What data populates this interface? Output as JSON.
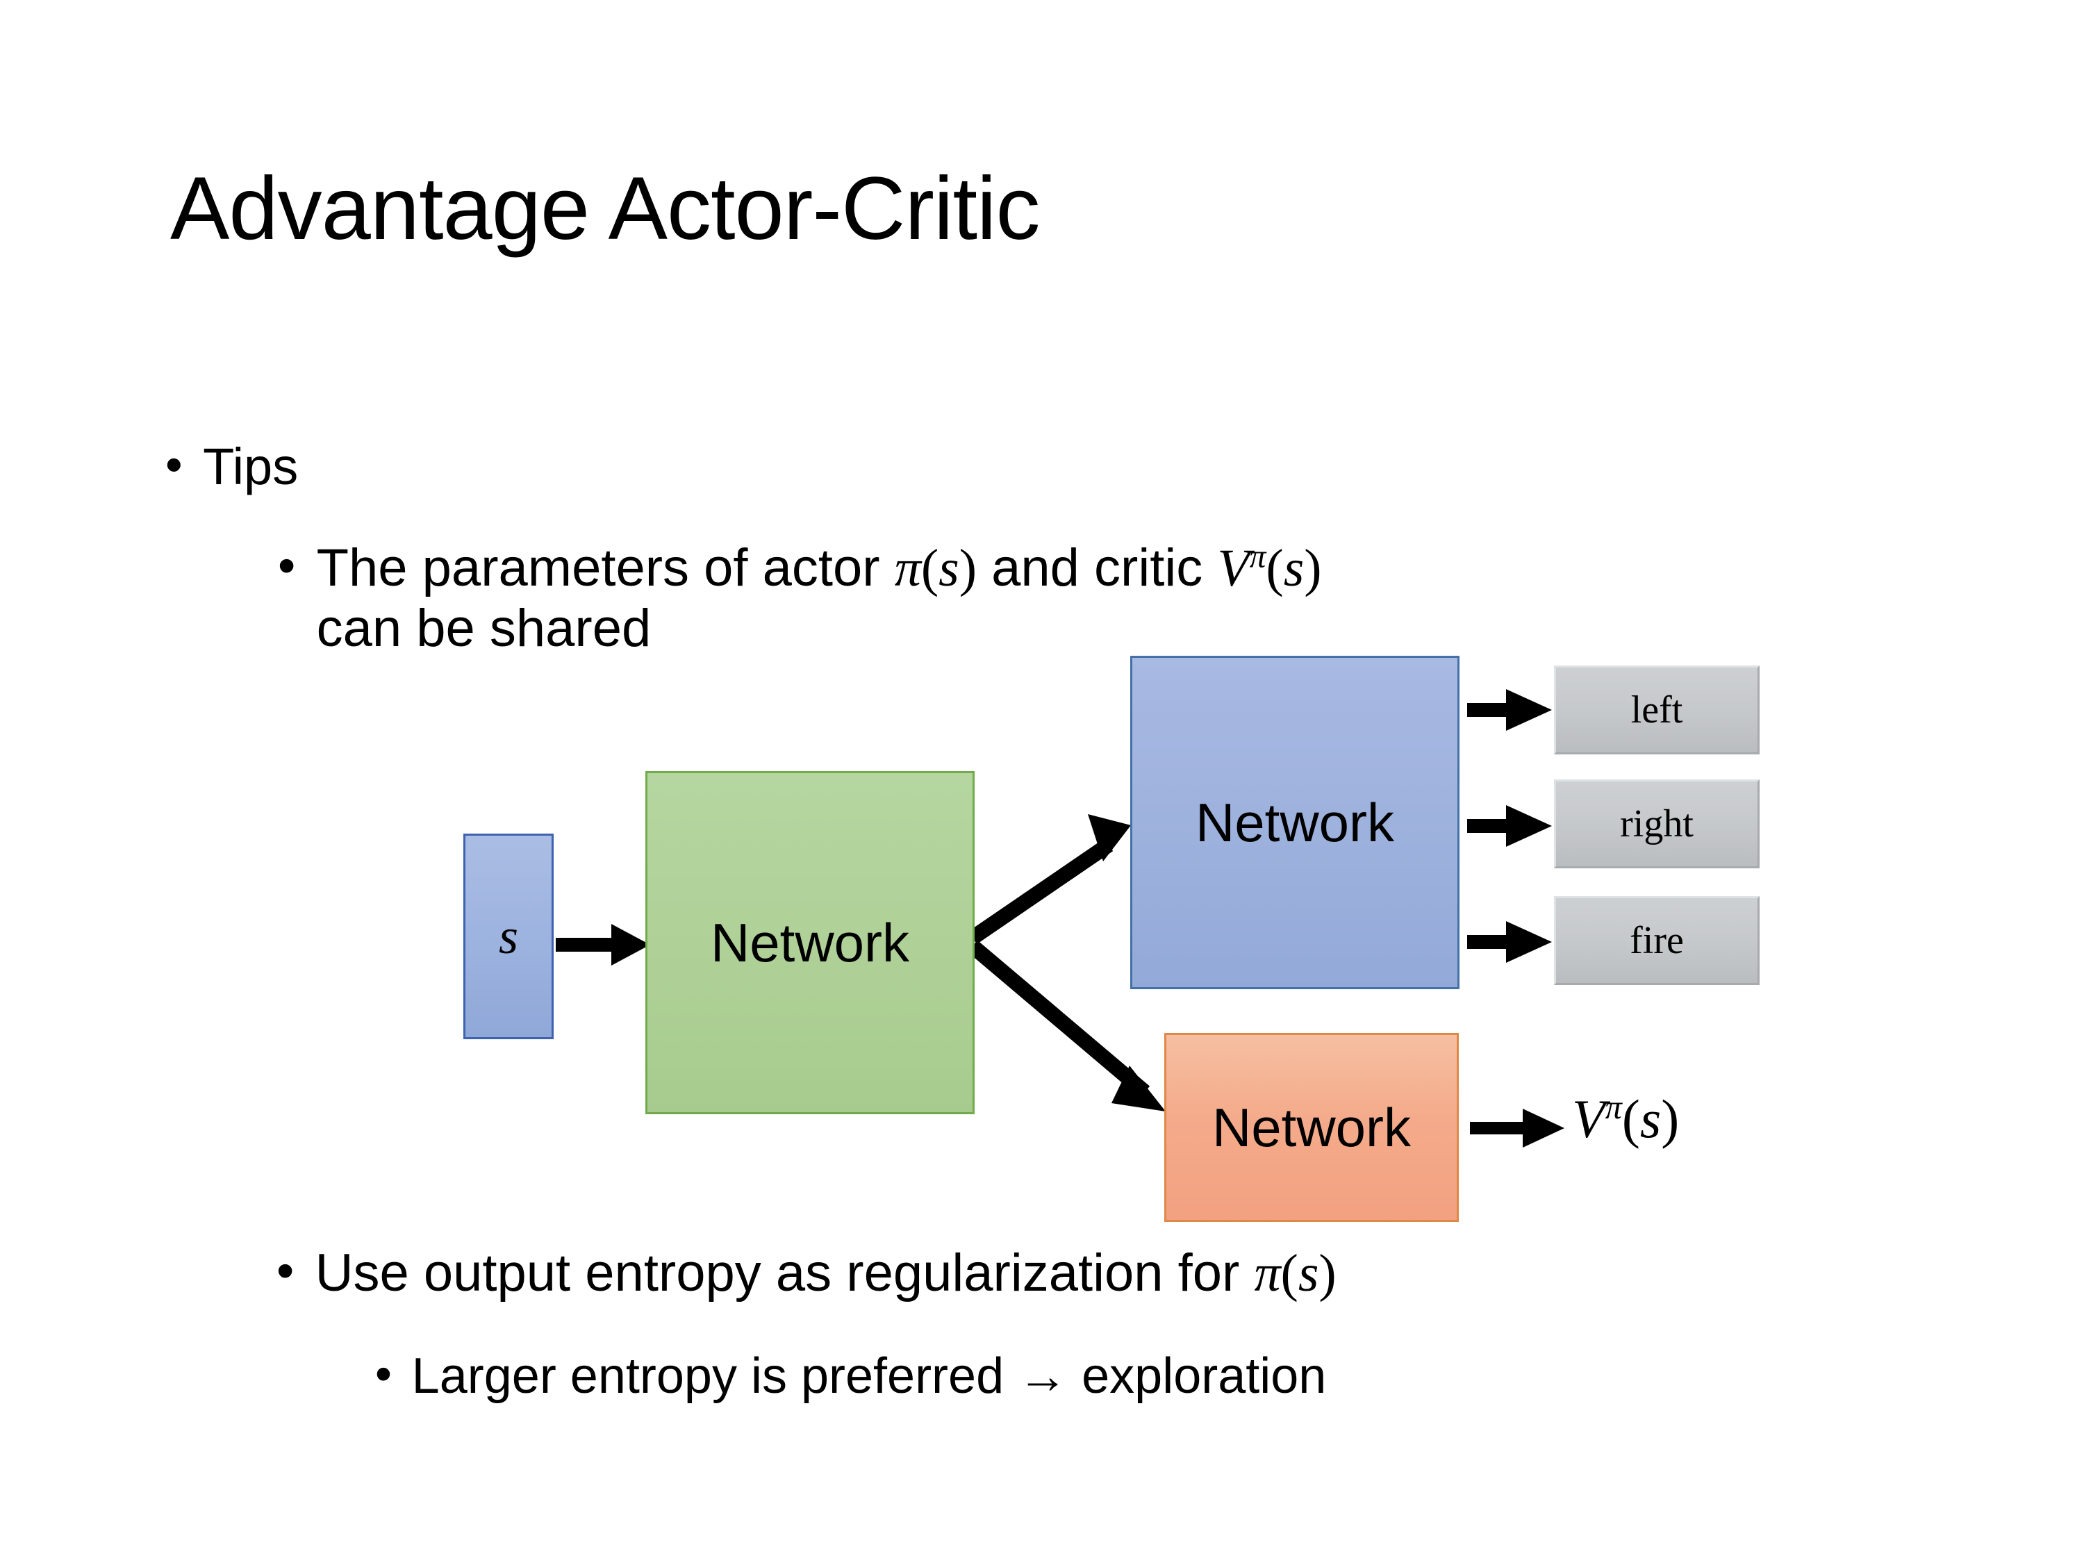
{
  "slide": {
    "title": "Advantage Actor-Critic",
    "background_color": "#ffffff"
  },
  "bullets": {
    "tips": {
      "marker": "•",
      "text": "Tips"
    },
    "shared_parameters": {
      "marker": "•",
      "line1_prefix": "The parameters of actor ",
      "actor_symbol": "π",
      "actor_arg_open": "(",
      "actor_arg": "s",
      "actor_arg_close": ")",
      "line1_middle": "  and critic ",
      "critic_symbol": "V",
      "critic_superscript": "π",
      "critic_arg_open": "(",
      "critic_arg": "s",
      "critic_arg_close": ")",
      "line2": "can be shared"
    },
    "entropy": {
      "marker": "•",
      "text_prefix": "Use output entropy as regularization for ",
      "policy_symbol": "π",
      "policy_arg_open": "(",
      "policy_arg": "s",
      "policy_arg_close": ")"
    },
    "exploration": {
      "marker": "•",
      "text": "Larger entropy is preferred → exploration"
    }
  },
  "diagram": {
    "input": {
      "label": "s",
      "fill": "#9db2df",
      "border": "#3c62b0"
    },
    "shared_network": {
      "label": "Network",
      "fill": "#aed095",
      "border": "#72ab4b"
    },
    "actor_network": {
      "label": "Network",
      "fill": "#9db1dd",
      "border": "#4472a8"
    },
    "critic_network": {
      "label": "Network",
      "fill": "#f4ab8b",
      "border": "#e08848"
    },
    "actions": [
      {
        "label": "left",
        "fill": "#c6c9cb"
      },
      {
        "label": "right",
        "fill": "#c6c9cb"
      },
      {
        "label": "fire",
        "fill": "#c6c9cb"
      }
    ],
    "value_output": {
      "symbol": "V",
      "superscript": "π",
      "arg_open": "(",
      "arg": "s",
      "arg_close": ")"
    },
    "arrows": [
      {
        "name": "input-to-shared",
        "from": "s",
        "to": "shared-network"
      },
      {
        "name": "shared-to-actor",
        "from": "shared-network",
        "to": "actor-network"
      },
      {
        "name": "shared-to-critic",
        "from": "shared-network",
        "to": "critic-network"
      },
      {
        "name": "actor-to-left",
        "from": "actor-network",
        "to": "left"
      },
      {
        "name": "actor-to-right",
        "from": "actor-network",
        "to": "right"
      },
      {
        "name": "actor-to-fire",
        "from": "actor-network",
        "to": "fire"
      },
      {
        "name": "critic-to-value",
        "from": "critic-network",
        "to": "value-output"
      }
    ],
    "arrow_color": "#000000"
  }
}
